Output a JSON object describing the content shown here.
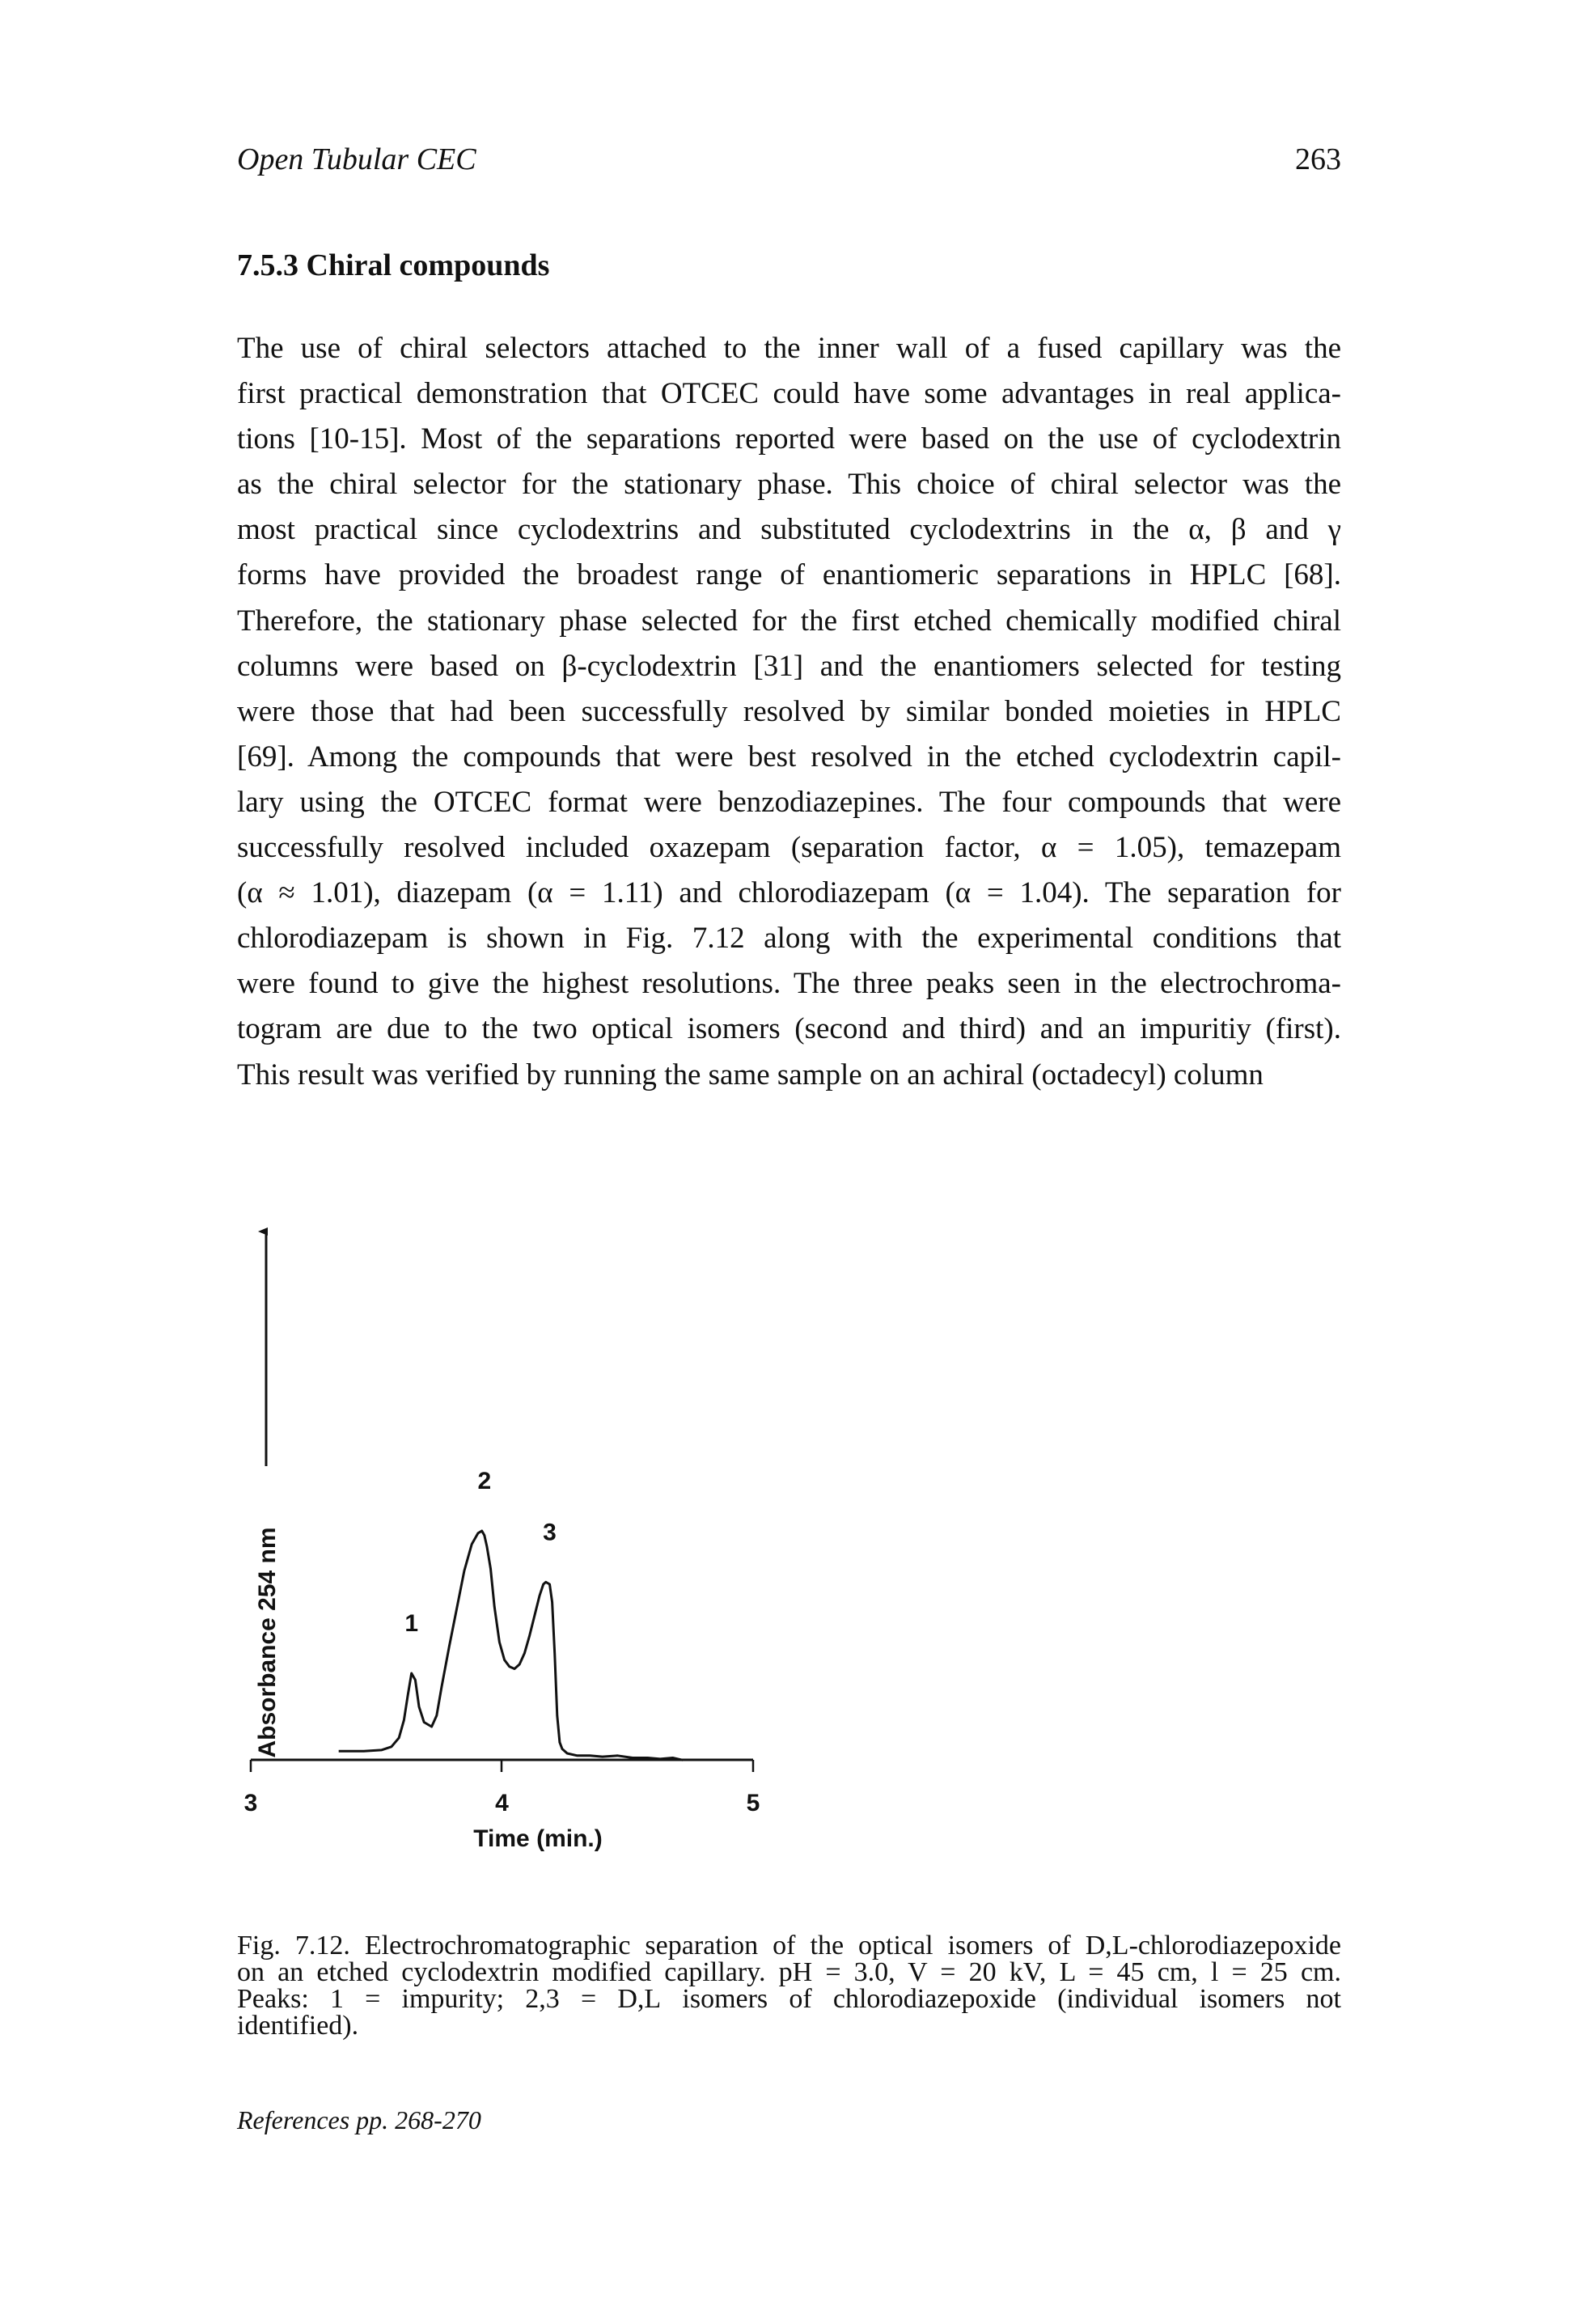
{
  "header": {
    "title": "Open Tubular CEC",
    "page_number": "263"
  },
  "section": {
    "heading": "7.5.3 Chiral compounds"
  },
  "body_lines": [
    "The use of chiral selectors attached to the inner wall of a fused capillary was the",
    "first practical demonstration that OTCEC could have some advantages in real applica-",
    "tions [10-15]. Most of the separations reported were based on the use of cyclodextrin",
    "as the chiral selector for the stationary phase. This choice of chiral selector was the",
    "most practical since cyclodextrins and substituted cyclodextrins in the α, β and γ",
    "forms have provided the broadest range of enantiomeric separations in HPLC [68].",
    "Therefore, the stationary phase selected for the first etched chemically modified chiral",
    "columns were based on β-cyclodextrin [31] and the enantiomers selected for testing",
    "were those that had been successfully resolved by similar bonded moieties in HPLC",
    "[69]. Among the compounds that were best resolved in the etched cyclodextrin capil-",
    "lary using the OTCEC format were benzodiazepines. The four compounds that were",
    "successfully resolved included oxazepam (separation factor, α = 1.05), temazepam",
    "(α ≈ 1.01), diazepam (α = 1.11) and chlorodiazepam (α = 1.04). The separation for",
    "chlorodiazepam is shown in Fig. 7.12 along with the experimental conditions that",
    "were found to give the highest resolutions. The three peaks seen in the electrochroma-",
    "togram are due to the two optical isomers (second and third) and an impuritiy (first).",
    "This result was verified by running the same sample on an achiral (octadecyl) column"
  ],
  "chart_data": {
    "type": "line",
    "title": "",
    "xlabel": "Time (min.)",
    "ylabel": "Absorbance 254 nm",
    "xlim": [
      3,
      5
    ],
    "x_ticks": [
      "3",
      "4",
      "5"
    ],
    "y_ticks": [],
    "grid": false,
    "legend": "none",
    "peak_labels": [
      {
        "label": "1",
        "x": 3.64,
        "y": 0.36
      },
      {
        "label": "2",
        "x": 3.93,
        "y": 1.0
      },
      {
        "label": "3",
        "x": 4.19,
        "y": 0.77
      }
    ],
    "series": [
      {
        "x": [
          3.35,
          3.45,
          3.52,
          3.56,
          3.59,
          3.61,
          3.625,
          3.64,
          3.655,
          3.67,
          3.69,
          3.72,
          3.74,
          3.76,
          3.79,
          3.82,
          3.85,
          3.88,
          3.905,
          3.92,
          3.93,
          3.94,
          3.955,
          3.97,
          3.99,
          4.01,
          4.03,
          4.05,
          4.07,
          4.09,
          4.11,
          4.13,
          4.15,
          4.165,
          4.175,
          4.19,
          4.2,
          4.21,
          4.22,
          4.23,
          4.24,
          4.26,
          4.3,
          4.35,
          4.4,
          4.46,
          4.52,
          4.58,
          4.63,
          4.68,
          4.72
        ],
        "y": [
          0.01,
          0.01,
          0.015,
          0.03,
          0.07,
          0.15,
          0.26,
          0.36,
          0.33,
          0.21,
          0.14,
          0.12,
          0.17,
          0.3,
          0.48,
          0.65,
          0.82,
          0.94,
          0.99,
          1.0,
          0.98,
          0.93,
          0.83,
          0.66,
          0.5,
          0.42,
          0.39,
          0.38,
          0.4,
          0.45,
          0.53,
          0.62,
          0.71,
          0.76,
          0.77,
          0.76,
          0.68,
          0.45,
          0.17,
          0.05,
          0.02,
          0.0,
          -0.01,
          -0.01,
          -0.015,
          -0.01,
          -0.02,
          -0.02,
          -0.025,
          -0.02,
          -0.03
        ]
      }
    ]
  },
  "caption": {
    "lines": [
      [
        {
          "t": "Fig. 7.12. Electrochromatographic separation of the optical isomers of "
        },
        {
          "t": "D,L",
          "sc": true
        },
        {
          "t": "-chlorodiazepoxide"
        }
      ],
      [
        {
          "t": "on an etched cyclodextrin modified capillary. pH = 3.0, V = 20 kV, L = 45 cm, l = 25 cm."
        }
      ],
      [
        {
          "t": "Peaks: 1 = impurity; 2,3 = "
        },
        {
          "t": "D,L",
          "sc": true
        },
        {
          "t": " isomers of chlorodiazepoxide (individual isomers not"
        }
      ],
      [
        {
          "t": "identified)."
        }
      ]
    ]
  },
  "footer": {
    "reference": "References pp. 268-270"
  }
}
